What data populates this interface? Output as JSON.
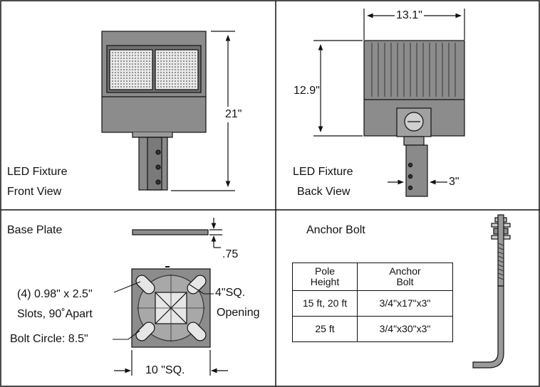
{
  "front_view": {
    "line1": "LED Fixture",
    "line2": "Front View",
    "height_dim": "21\""
  },
  "back_view": {
    "line1": "LED Fixture",
    "line2": "Back View",
    "width_dim": "13.1\"",
    "height_dim": "12.9\"",
    "arm_dim": "3\""
  },
  "base_plate": {
    "title": "Base Plate",
    "thickness_dim": ".75",
    "slots_line1": "(4) 0.98\" x 2.5\"",
    "slots_line2": "Slots, 90˚Apart",
    "bolt_circle": "Bolt Circle: 8.5\"",
    "opening_line1": "4\"SQ.",
    "opening_line2": "Opening",
    "size_dim": "10 \"SQ."
  },
  "anchor_bolt": {
    "title": "Anchor Bolt",
    "headers": [
      "Pole\nHeight",
      "Anchor\nBolt"
    ],
    "rows": [
      [
        "15 ft, 20 ft",
        "3/4\"x17\"x3\""
      ],
      [
        "25 ft",
        "3/4\"x30\"x3\""
      ]
    ]
  },
  "colors": {
    "fixture_body": "#8c8c8c",
    "fixture_light": "#b5b5b5",
    "outline": "#111111"
  }
}
